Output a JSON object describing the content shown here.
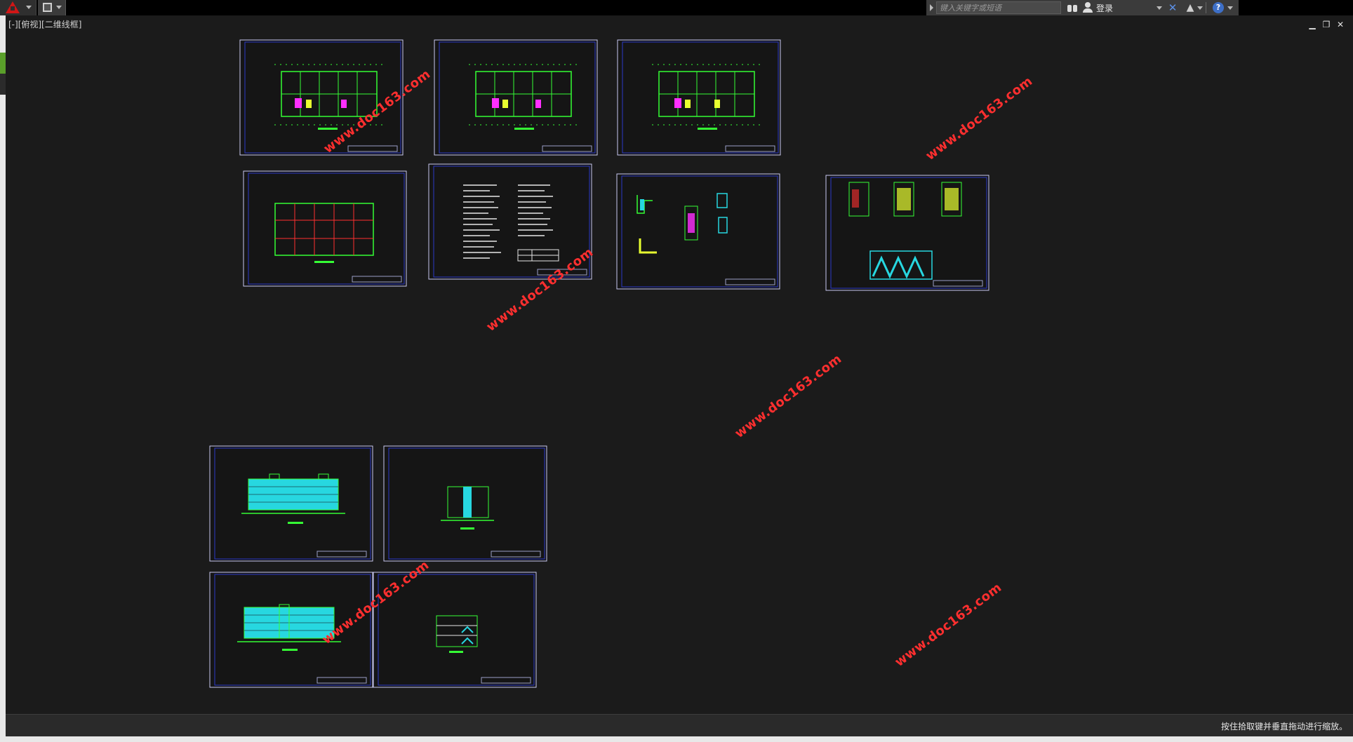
{
  "app": {
    "viewport_label": "[-][俯视][二维线框]"
  },
  "infocenter": {
    "search_placeholder": "键入关键字或短语",
    "login_label": "登录"
  },
  "watermark_text": "www.doc163.com",
  "status": {
    "message": "按住拾取键并垂直拖动进行缩放。"
  },
  "colors": {
    "background": "#1b1b1b",
    "sheet_border": "#2c39c8",
    "watermark": "#ff2f2f",
    "plan_lines": "#35ff35",
    "elevation_fill": "#27d7e0"
  },
  "icons": {
    "app_menu": "autocad-logo-icon",
    "save": "save-icon",
    "search": "binoculars-icon",
    "user": "user-icon",
    "exchange": "exchange-icon",
    "a360": "a360-icon",
    "help": "help-icon"
  }
}
